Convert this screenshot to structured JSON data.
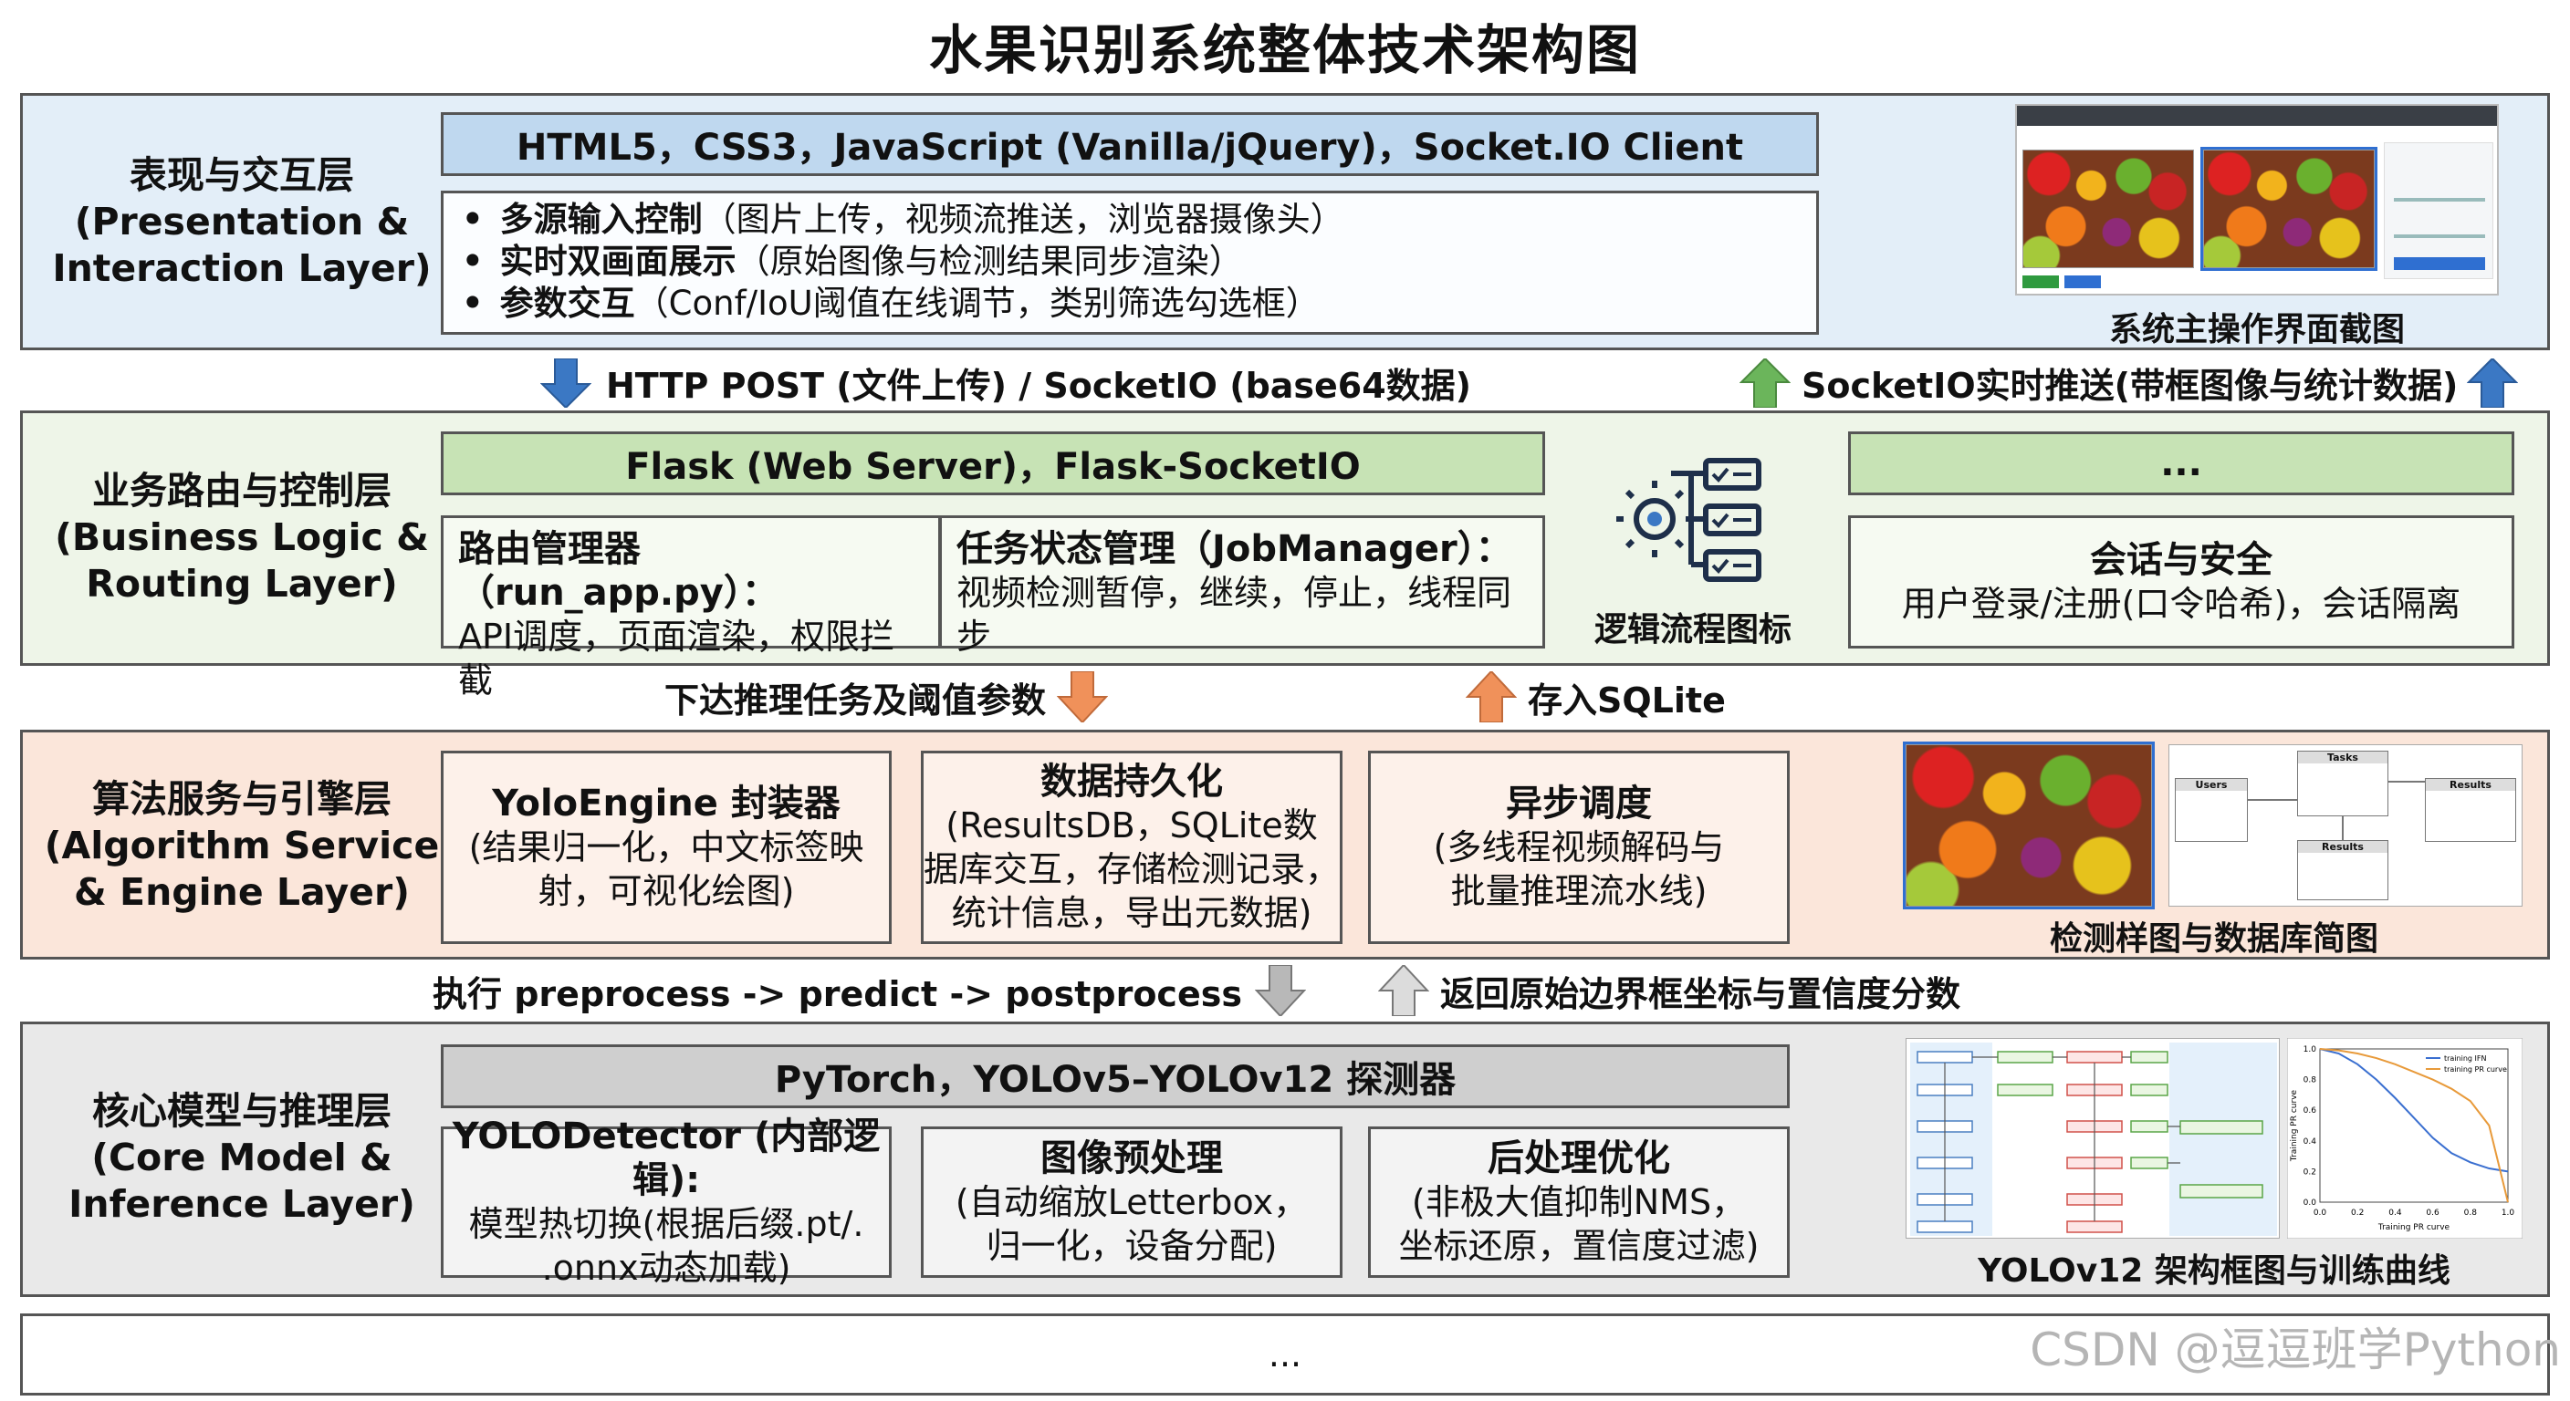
{
  "title": "水果识别系统整体技术架构图",
  "layers": {
    "presentation": {
      "name_lines": [
        "表现与交互层",
        "(Presentation &",
        "Interaction Layer)"
      ],
      "tech": "HTML5，CSS3，JavaScript (Vanilla/jQuery)，Socket.IO Client",
      "features": [
        {
          "bold": "多源输入控制",
          "rest": "（图片上传，视频流推送，浏览器摄像头）"
        },
        {
          "bold": "实时双画面展示",
          "rest": "（原始图像与检测结果同步渲染）"
        },
        {
          "bold": "参数交互",
          "rest": "（Conf/IoU阈值在线调节，类别筛选勾选框）"
        }
      ],
      "caption": "系统主操作界面截图"
    },
    "business": {
      "name_lines": [
        "业务路由与控制层",
        "(Business Logic &",
        "Routing Layer)"
      ],
      "tech": "Flask (Web Server)，Flask-SocketIO",
      "right_tech": "...",
      "router_title": "路由管理器（run_app.py）：",
      "router_desc": "API调度，页面渲染，权限拦截",
      "job_title": "任务状态管理（JobManager）：",
      "job_desc": "视频检测暂停，继续，停止，线程同步",
      "logic_caption": "逻辑流程图标",
      "session_title": "会话与安全",
      "session_desc": "用户登录/注册(口令哈希)，会话隔离"
    },
    "algorithm": {
      "name_lines": [
        "算法服务与引擎层",
        "(Algorithm Service",
        "& Engine Layer)"
      ],
      "engine_title": "YoloEngine 封装器",
      "engine_desc_lines": [
        "(结果归一化，中文标签映",
        "射，可视化绘图)"
      ],
      "persist_title": "数据持久化",
      "persist_desc_lines": [
        "(ResultsDB，SQLite数",
        "据库交互，存储检测记录，",
        "统计信息，导出元数据)"
      ],
      "async_title": "异步调度",
      "async_desc_lines": [
        "(多线程视频解码与",
        "批量推理流水线)"
      ],
      "caption": "检测样图与数据库简图",
      "db_tables": [
        "Users",
        "Tasks",
        "Results",
        "Results"
      ]
    },
    "core": {
      "name_lines": [
        "核心模型与推理层",
        "(Core Model &",
        "Inference Layer)"
      ],
      "tech": "PyTorch，YOLOv5–YOLOv12 探测器",
      "detector_title": "YOLODetector (内部逻辑):",
      "detector_desc_lines": [
        "模型热切换(根据后缀.pt/.",
        ".onnx动态加载)"
      ],
      "pre_title": "图像预处理",
      "pre_desc_lines": [
        "(自动缩放Letterbox，",
        "归一化，设备分配)"
      ],
      "post_title": "后处理优化",
      "post_desc_lines": [
        "(非极大值抑制NMS，",
        "坐标还原，置信度过滤)"
      ],
      "caption": "YOLOv12 架构框图与训练曲线"
    },
    "bottom": {
      "text": "..."
    }
  },
  "arrows": {
    "down1": "HTTP POST (文件上传) / SocketIO (base64数据)",
    "up1": "SocketIO实时推送(带框图像与统计数据)",
    "down2": "下达推理任务及阈值参数",
    "up2": "存入SQLite",
    "down3": "执行 preprocess -> predict -> postprocess",
    "up3": "返回原始边界框坐标与置信度分数"
  },
  "watermark": "CSDN @逗逗班学Python",
  "chart_data": {
    "type": "line",
    "series": [
      {
        "name": "training IFN",
        "color": "#3a6fd0",
        "x": [
          0.0,
          0.1,
          0.2,
          0.3,
          0.4,
          0.5,
          0.6,
          0.7,
          0.8,
          0.9,
          1.0
        ],
        "y": [
          1.0,
          0.97,
          0.9,
          0.8,
          0.68,
          0.55,
          0.42,
          0.32,
          0.26,
          0.22,
          0.2
        ]
      },
      {
        "name": "training PR curve",
        "color": "#e89a3a",
        "x": [
          0.0,
          0.1,
          0.2,
          0.3,
          0.4,
          0.5,
          0.6,
          0.7,
          0.8,
          0.9,
          1.0
        ],
        "y": [
          1.0,
          0.99,
          0.97,
          0.94,
          0.9,
          0.85,
          0.8,
          0.74,
          0.66,
          0.5,
          0.0
        ]
      }
    ],
    "xlim": [
      0.0,
      1.0
    ],
    "ylim": [
      0.0,
      1.0
    ],
    "x_ticks": [
      "0.0",
      "0.2",
      "0.4",
      "0.6",
      "0.8",
      "1.0"
    ],
    "y_ticks": [
      "0.0",
      "0.2",
      "0.4",
      "0.6",
      "0.8",
      "1.0"
    ],
    "xlabel": "Training PR curve",
    "ylabel": "Training PR curve",
    "legend": "top-right"
  }
}
